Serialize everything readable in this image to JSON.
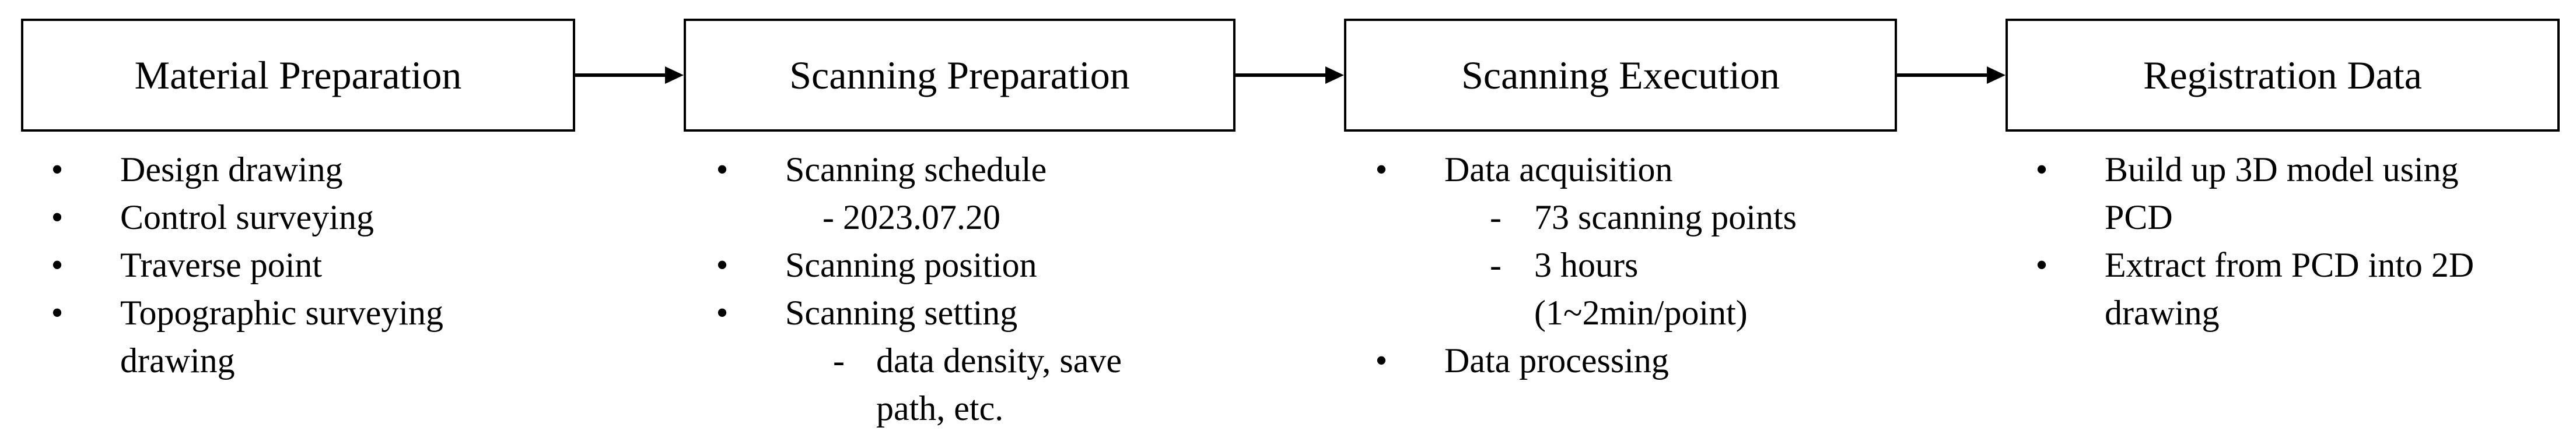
{
  "steps": [
    {
      "title": "Material Preparation",
      "items": [
        {
          "text": "Design drawing"
        },
        {
          "text": "Control surveying"
        },
        {
          "text": "Traverse point"
        },
        {
          "text": "Topographic surveying",
          "cont": "drawing"
        }
      ]
    },
    {
      "title": "Scanning Preparation",
      "items": [
        {
          "text": "Scanning schedule",
          "sub": "- 2023.07.20"
        },
        {
          "text": "Scanning position"
        },
        {
          "text": "Scanning setting",
          "sub": "data density, save",
          "sub_cont": "path, etc."
        }
      ]
    },
    {
      "title": "Scanning Execution",
      "items": [
        {
          "text": "Data acquisition",
          "sub1": "73 scanning points",
          "sub2": "3 hours",
          "sub2_cont": "(1~2min/point)"
        },
        {
          "text": "Data processing"
        }
      ]
    },
    {
      "title": "Registration Data",
      "items": [
        {
          "text": "Build up 3D model using",
          "cont": "PCD"
        },
        {
          "text": "Extract from PCD into 2D",
          "cont": "drawing"
        }
      ]
    }
  ],
  "symbols": {
    "bullet": "•",
    "dash": "-"
  }
}
